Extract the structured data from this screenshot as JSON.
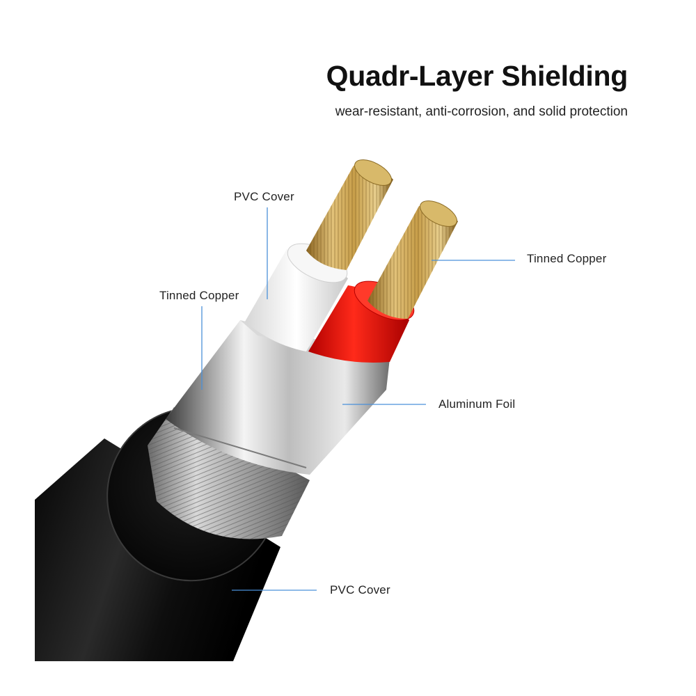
{
  "header": {
    "title": "Quadr-Layer Shielding",
    "subtitle": "wear-resistant, anti-corrosion, and solid protection"
  },
  "callouts": {
    "pvc_cover_inner": "PVC Cover",
    "tinned_copper_left": "Tinned Copper",
    "tinned_copper_right": "Tinned Copper",
    "aluminum_foil": "Aluminum Foil",
    "pvc_cover_outer": "PVC Cover"
  },
  "colors": {
    "leader_line": "#4a90d9",
    "outer_jacket": "#111111",
    "red_insulation": "#e01010",
    "white_insulation": "#f2f2f2",
    "copper_strands": "#c9a24a"
  }
}
